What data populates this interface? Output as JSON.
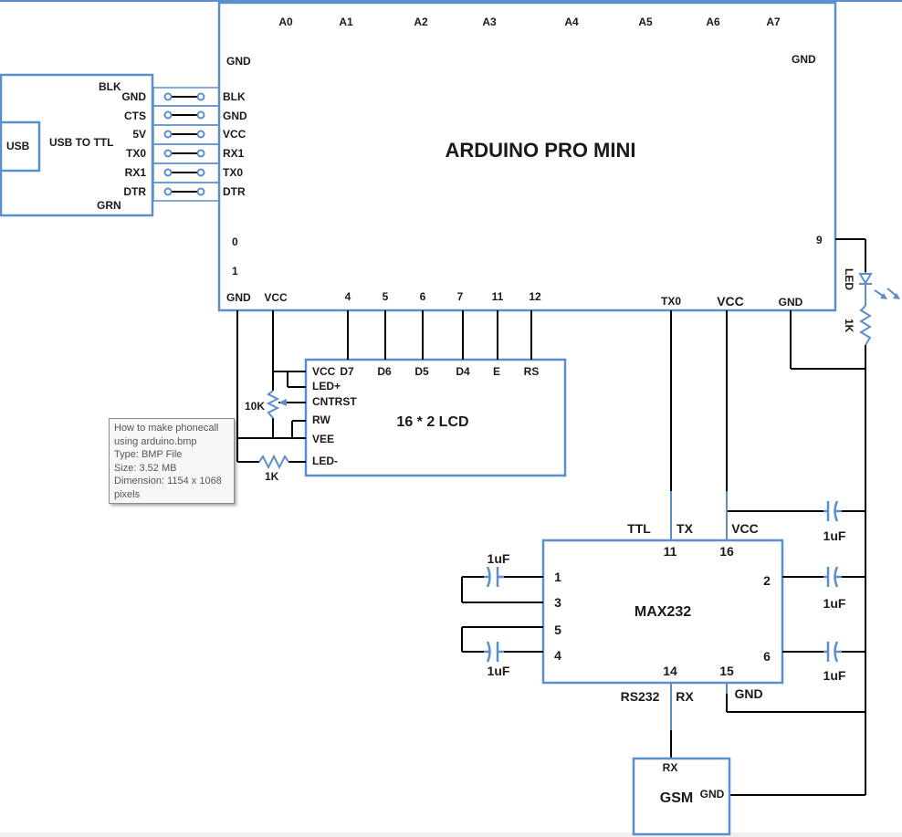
{
  "colors": {
    "outline": "#5b8fcb",
    "wire": "#000000",
    "text": "#1a1a1a",
    "tooltip_bg": "#f7f7f7"
  },
  "arduino": {
    "title": "ARDUINO PRO MINI",
    "top_pins": [
      "A0",
      "A1",
      "A2",
      "A3",
      "A4",
      "A5",
      "A6",
      "A7"
    ],
    "gnd_left": "GND",
    "gnd_right": "GND",
    "left_pins": [
      "BLK",
      "GND",
      "VCC",
      "RX1",
      "TX0",
      "DTR"
    ],
    "pin_0": "0",
    "pin_1": "1",
    "pin_9": "9",
    "bottom_pins": [
      "GND",
      "VCC",
      "4",
      "5",
      "6",
      "7",
      "11",
      "12"
    ],
    "bottom_right": [
      "TX0",
      "VCC",
      "GND"
    ]
  },
  "usb_ttl": {
    "title": "USB TO TTL",
    "usb": "USB",
    "blk": "BLK",
    "grn": "GRN",
    "pins": [
      "GND",
      "CTS",
      "5V",
      "TX0",
      "RX1",
      "DTR"
    ]
  },
  "lcd": {
    "title": "16 * 2 LCD",
    "top_pins": [
      "D7",
      "D6",
      "D5",
      "D4",
      "E",
      "RS"
    ],
    "left_pins": [
      "VCC",
      "LED+",
      "CNTRST",
      "RW",
      "VEE",
      "LED-"
    ],
    "pot_label": "10K",
    "resistor_label": "1K"
  },
  "led": {
    "label": "LED",
    "resistor": "1K"
  },
  "max232": {
    "title": "MAX232",
    "ttl": "TTL",
    "tx": "TX",
    "vcc": "VCC",
    "pin11": "11",
    "pin16": "16",
    "pin1": "1",
    "pin3": "3",
    "pin5": "5",
    "pin4": "4",
    "pin2": "2",
    "pin6": "6",
    "pin14": "14",
    "pin15": "15",
    "rs232": "RS232",
    "rx": "RX",
    "gnd": "GND"
  },
  "capacitors": {
    "left_top": "1uF",
    "left_bottom": "1uF",
    "right_top": "1uF",
    "right_mid": "1uF",
    "right_bottom": "1uF"
  },
  "gsm": {
    "title": "GSM",
    "rx": "RX",
    "gnd": "GND"
  },
  "tooltip": {
    "line1": "How to make phonecall",
    "line2": "using arduino.bmp",
    "line3": "Type: BMP File",
    "line4": "Size: 3.52 MB",
    "line5": "Dimension: 1154 x 1068",
    "line6": "pixels"
  }
}
